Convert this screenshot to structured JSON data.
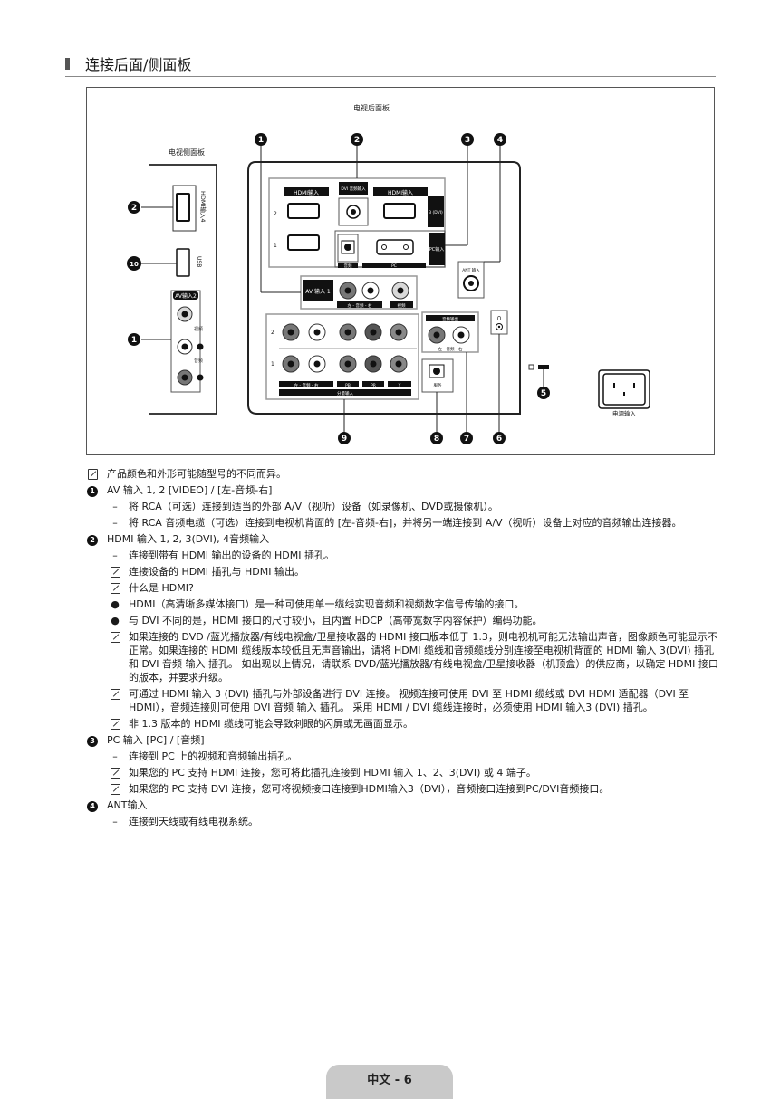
{
  "header": {
    "title": "连接后面/侧面板"
  },
  "diagram": {
    "rear_title": "电视后面板",
    "side_title": "电视侧面板",
    "side_labels": {
      "hdmi": "HDMI输入4",
      "usb": "USB",
      "av": "AV输入2",
      "video": "视频",
      "audio": "音频"
    },
    "rear_labels": {
      "hdmi_in": "HDMI输入",
      "dvi_audio": "DVI 音频输入",
      "dvi": "3 (DVI)",
      "pc_in": "PC输入",
      "audio": "音频",
      "pc": "PC",
      "ant_in": "ANT 输入",
      "av_in1": "AV 输入 1",
      "av_bottom": "左 - 音频 - 右",
      "video": "视频",
      "audio_out": "音频输出",
      "audio_out_bottom": "左 - 音频 - 右",
      "component_in": "分量输入",
      "comp_audio": "左 - 音频 - 右",
      "pb": "PB",
      "pr": "PR",
      "y": "Y",
      "service": "服务",
      "power_in": "电源输入",
      "row2": "2",
      "row1": "1"
    },
    "callouts": [
      "1",
      "2",
      "3",
      "4",
      "5",
      "6",
      "7",
      "8",
      "9",
      "10"
    ]
  },
  "notes": [
    {
      "kind": "note",
      "level": 0,
      "text": "产品颜色和外形可能随型号的不同而异。"
    },
    {
      "kind": "num",
      "level": 0,
      "glyph": "1",
      "text": "AV 输入 1, 2 [VIDEO] / [左-音频-右]"
    },
    {
      "kind": "dash",
      "level": 1,
      "text": "将 RCA（可选）连接到适当的外部 A/V（视听）设备（如录像机、DVD或摄像机）。"
    },
    {
      "kind": "dash",
      "level": 1,
      "text": "将 RCA 音频电缆（可选）连接到电视机背面的 [左-音频-右]，并将另一端连接到 A/V（视听）设备上对应的音频输出连接器。"
    },
    {
      "kind": "num",
      "level": 0,
      "glyph": "2",
      "text": "HDMI 输入 1, 2, 3(DVI), 4音频输入"
    },
    {
      "kind": "dash",
      "level": 1,
      "text": "连接到带有 HDMI 输出的设备的 HDMI 插孔。"
    },
    {
      "kind": "note",
      "level": 1,
      "text": "连接设备的 HDMI 插孔与 HDMI 输出。"
    },
    {
      "kind": "note",
      "level": 1,
      "text": "什么是 HDMI?"
    },
    {
      "kind": "bullet",
      "level": 1,
      "text": "HDMI（高清晰多媒体接口）是一种可使用单一缆线实现音频和视频数字信号传输的接口。"
    },
    {
      "kind": "bullet",
      "level": 1,
      "text": "与 DVI 不同的是，HDMI 接口的尺寸较小，且内置 HDCP（高带宽数字内容保护）编码功能。"
    },
    {
      "kind": "note",
      "level": 1,
      "text": "如果连接的 DVD /蓝光播放器/有线电视盒/卫星接收器的 HDMI 接口版本低于 1.3，则电视机可能无法输出声音，图像颜色可能显示不正常。如果连接的 HDMI 缆线版本较低且无声音输出，请将 HDMI 缆线和音频缆线分别连接至电视机背面的 HDMI 输入 3(DVI) 插孔和 DVI 音频 输入 插孔。 如出现以上情况，请联系 DVD/蓝光播放器/有线电视盒/卫星接收器（机顶盒）的供应商，以确定 HDMI 接口的版本，并要求升级。"
    },
    {
      "kind": "note",
      "level": 1,
      "text": "可通过 HDMI 输入 3 (DVI) 插孔与外部设备进行 DVI 连接。 视频连接可使用 DVI 至 HDMI 缆线或 DVI HDMI 适配器（DVI 至 HDMI），音频连接则可使用 DVI 音频 输入 插孔。 采用 HDMI / DVI 缆线连接时，必须使用 HDMI 输入3 (DVI) 插孔。"
    },
    {
      "kind": "note",
      "level": 1,
      "text": "非 1.3 版本的 HDMI 缆线可能会导致刺眼的闪屏或无画面显示。"
    },
    {
      "kind": "num",
      "level": 0,
      "glyph": "3",
      "text": "PC 输入 [PC] / [音频]"
    },
    {
      "kind": "dash",
      "level": 1,
      "text": "连接到 PC 上的视频和音频输出插孔。"
    },
    {
      "kind": "note",
      "level": 1,
      "text": "如果您的 PC 支持 HDMI 连接，您可将此插孔连接到 HDMI 输入 1、2、3(DVI) 或 4 端子。"
    },
    {
      "kind": "note",
      "level": 1,
      "text": "如果您的 PC 支持 DVI 连接，您可将视频接口连接到HDMI输入3（DVI），音频接口连接到PC/DVI音频接口。"
    },
    {
      "kind": "num",
      "level": 0,
      "glyph": "4",
      "text": "ANT输入"
    },
    {
      "kind": "dash",
      "level": 1,
      "text": "连接到天线或有线电视系统。"
    }
  ],
  "footer": {
    "lang": "中文",
    "page": "- 6"
  }
}
